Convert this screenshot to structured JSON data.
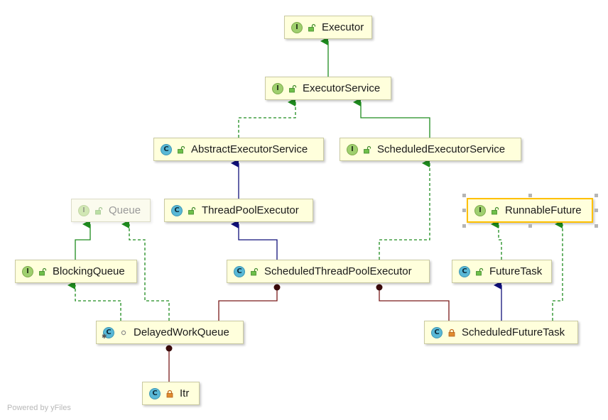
{
  "nodes": {
    "executor": {
      "name": "Executor",
      "kind": "I",
      "visibility": "public"
    },
    "executor_service": {
      "name": "ExecutorService",
      "kind": "I",
      "visibility": "public"
    },
    "abstract_executor_service": {
      "name": "AbstractExecutorService",
      "kind": "C",
      "visibility": "public"
    },
    "scheduled_executor_service": {
      "name": "ScheduledExecutorService",
      "kind": "I",
      "visibility": "public"
    },
    "queue": {
      "name": "Queue",
      "kind": "I",
      "visibility": "public",
      "faded": true
    },
    "thread_pool_executor": {
      "name": "ThreadPoolExecutor",
      "kind": "C",
      "visibility": "public"
    },
    "runnable_future": {
      "name": "RunnableFuture",
      "kind": "I",
      "visibility": "public",
      "selected": true
    },
    "blocking_queue": {
      "name": "BlockingQueue",
      "kind": "I",
      "visibility": "public"
    },
    "scheduled_thread_pool_executor": {
      "name": "ScheduledThreadPoolExecutor",
      "kind": "C",
      "visibility": "public"
    },
    "future_task": {
      "name": "FutureTask",
      "kind": "C",
      "visibility": "public"
    },
    "delayed_work_queue": {
      "name": "DelayedWorkQueue",
      "kind": "C",
      "visibility": "package",
      "static": true
    },
    "scheduled_future_task": {
      "name": "ScheduledFutureTask",
      "kind": "C",
      "visibility": "private"
    },
    "itr": {
      "name": "Itr",
      "kind": "C",
      "visibility": "private"
    }
  },
  "edges": [
    {
      "from": "executor_service",
      "to": "executor",
      "type": "extends-interface"
    },
    {
      "from": "abstract_executor_service",
      "to": "executor_service",
      "type": "implements"
    },
    {
      "from": "scheduled_executor_service",
      "to": "executor_service",
      "type": "extends-interface"
    },
    {
      "from": "thread_pool_executor",
      "to": "abstract_executor_service",
      "type": "extends"
    },
    {
      "from": "scheduled_thread_pool_executor",
      "to": "thread_pool_executor",
      "type": "extends"
    },
    {
      "from": "scheduled_thread_pool_executor",
      "to": "scheduled_executor_service",
      "type": "implements"
    },
    {
      "from": "blocking_queue",
      "to": "queue",
      "type": "extends-interface"
    },
    {
      "from": "delayed_work_queue",
      "to": "blocking_queue",
      "type": "implements"
    },
    {
      "from": "delayed_work_queue",
      "to": "queue",
      "type": "implements"
    },
    {
      "from": "delayed_work_queue",
      "to": "scheduled_thread_pool_executor",
      "type": "inner"
    },
    {
      "from": "scheduled_future_task",
      "to": "scheduled_thread_pool_executor",
      "type": "inner"
    },
    {
      "from": "future_task",
      "to": "runnable_future",
      "type": "implements"
    },
    {
      "from": "scheduled_future_task",
      "to": "future_task",
      "type": "extends"
    },
    {
      "from": "scheduled_future_task",
      "to": "runnable_future",
      "type": "implements"
    },
    {
      "from": "itr",
      "to": "delayed_work_queue",
      "type": "inner"
    }
  ],
  "colors": {
    "implements": "#1e8c1e",
    "extends": "#10107a",
    "inner": "#7a1a1a",
    "node_fill": "#ffffdc",
    "selected_border": "#ffc000"
  },
  "footer": "Powered by yFiles"
}
